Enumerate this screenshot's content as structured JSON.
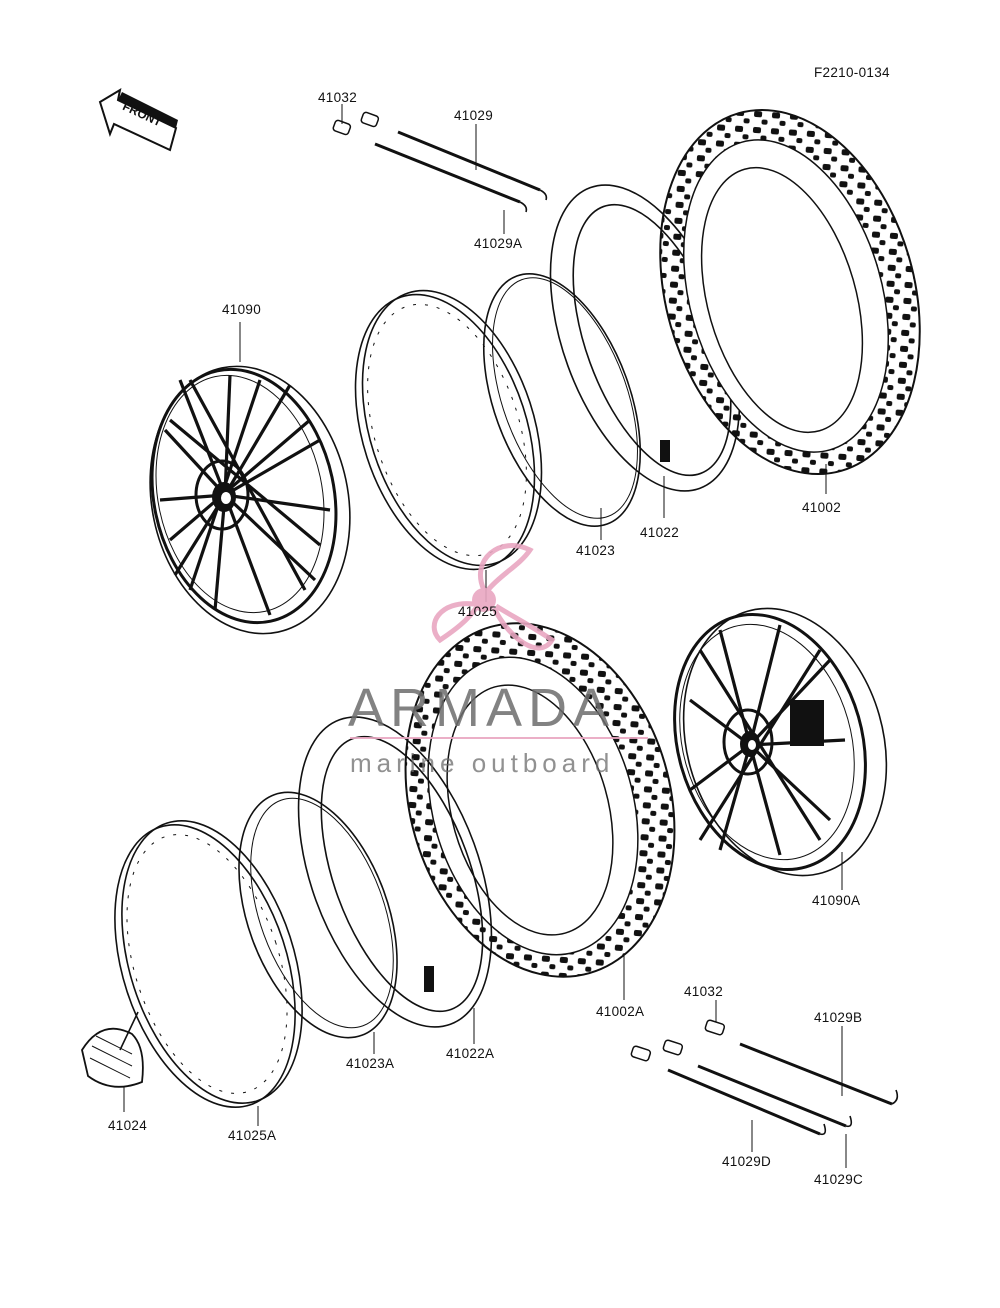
{
  "diagram": {
    "code": "F2210-0134",
    "front_label": "FRONT",
    "watermark": {
      "brand": "ARMADA",
      "tagline": "marine outboard"
    },
    "parts": {
      "p41032_top": "41032",
      "p41029": "41029",
      "p41029A": "41029A",
      "p41090": "41090",
      "p41025": "41025",
      "p41023": "41023",
      "p41022": "41022",
      "p41002": "41002",
      "p41090A": "41090A",
      "p41002A": "41002A",
      "p41032_bottom": "41032",
      "p41029B": "41029B",
      "p41023A": "41023A",
      "p41022A": "41022A",
      "p41024": "41024",
      "p41025A": "41025A",
      "p41029D": "41029D",
      "p41029C": "41029C"
    },
    "colors": {
      "ink": "#111111",
      "watermark_pink": "#e9a7c2",
      "watermark_gray": "#6d6d6d"
    }
  }
}
